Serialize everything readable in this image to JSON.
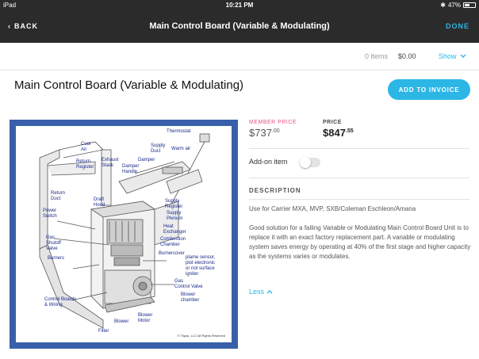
{
  "status_bar": {
    "device": "iPad",
    "time": "10:21 PM",
    "battery": "47%",
    "battery_level": 0.47
  },
  "nav": {
    "back_label": "BACK",
    "title": "Main Control Board (Variable & Modulating)",
    "done_label": "DONE"
  },
  "cart": {
    "items": "0 items",
    "total": "$0.00",
    "show_label": "Show"
  },
  "product": {
    "title": "Main Control Board (Variable & Modulating)",
    "add_label": "ADD TO INVOICE",
    "member_price_label": "MEMBER PRICE",
    "member_price_main": "$737",
    "member_price_cents": ".00",
    "price_label": "PRICE",
    "price_main": "$847",
    "price_cents": ".55",
    "addon_label": "Add-on item",
    "addon_on": false,
    "description_heading": "DESCRIPTION",
    "description_line1": "Use for Carrier MXA, MVP, SXB/Coleman Eschleon/Amana",
    "description_body": "Good solution for a failing Variable or Modulating Main Control Board Unit is to replace it with an exact factory replacement part. A variable or modulating system saves energy by operating at 40% of the first stage and higher capacity as the systems varies or modulates.",
    "less_label": "Less"
  },
  "diagram": {
    "labels": {
      "thermostat": "Thermostat",
      "cool_air": "Cool\nAir",
      "return_register": "Return\nRegister",
      "exhaust_stack": "Exhaust\nStack",
      "supply_duct": "Supply\nDuct",
      "warm_air": "Warm air",
      "damper": "Damper",
      "damper_handle": "Damper\nHandle",
      "return_duct": "Return\nDuct",
      "draft_hood": "Draft\nHood",
      "supply_register": "Supply\nRegister",
      "supply_plenum": "Supply\nPlenum",
      "power_switch": "Power\nSwitch",
      "heat_exchanger": "Heat\nExchanger",
      "gas_shutoff": "Gas\nShutoff\nValve",
      "combustion_chamber": "Combustion\nChamber",
      "burnercover": "Burnercover",
      "burners": "Burners",
      "plame_sensor": "plame sensor,\nplot electronic\nor not surface\nigniter",
      "gas_control_valve": "Gas\nControl Valve",
      "control_boards": "Control Boards\n& Wiring",
      "blower_chamber": "Blower\nchamber",
      "blower": "Blower",
      "blower_motor": "Blower\nMotor",
      "filter": "Filter",
      "copyright": "© Tripac, LLC All Rights Reserved"
    }
  }
}
